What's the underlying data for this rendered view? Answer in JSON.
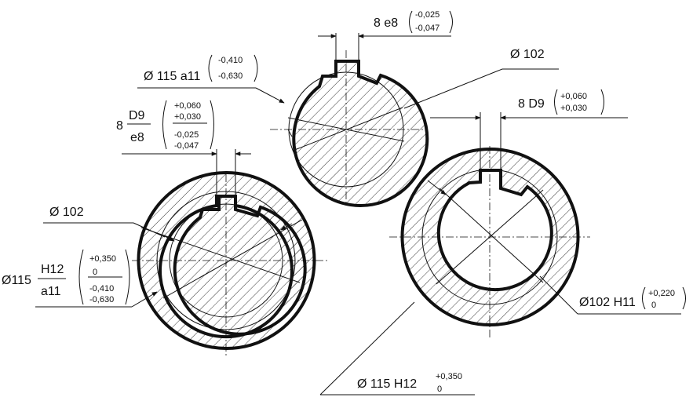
{
  "labels": {
    "shaft_key_width": "8 e8",
    "shaft_key_tol_upper": "-0,025",
    "shaft_key_tol_lower": "-0,047",
    "shaft_minor_dia": "Ø  102",
    "shaft_major_dia": "Ø 115 a11",
    "shaft_major_tol_upper": "-0,410",
    "shaft_major_tol_lower": "-0,630",
    "fit_width_prefix": "8",
    "fit_width_hole": "D9",
    "fit_width_shaft": "e8",
    "fit_width_tol_1": "+0,060",
    "fit_width_tol_2": "+0,030",
    "fit_width_tol_3": "-0,025",
    "fit_width_tol_4": "-0,047",
    "hub_key_width": "8 D9",
    "hub_key_tol_upper": "+0,060",
    "hub_key_tol_lower": "+0,030",
    "assembly_minor_dia": "Ø 102",
    "fit_major_prefix": "Ø115",
    "fit_major_hole": "H12",
    "fit_major_shaft": "a11",
    "fit_major_tol_1": "+0,350",
    "fit_major_tol_2": "0",
    "fit_major_tol_3": "-0,410",
    "fit_major_tol_4": "-0,630",
    "hub_minor_dia": "Ø102 H11",
    "hub_minor_tol_upper": "+0,220",
    "hub_minor_tol_lower": "0",
    "hub_major_dia": "Ø 115 H12",
    "hub_major_tol_upper": "+0,350",
    "hub_major_tol_lower": "0"
  }
}
